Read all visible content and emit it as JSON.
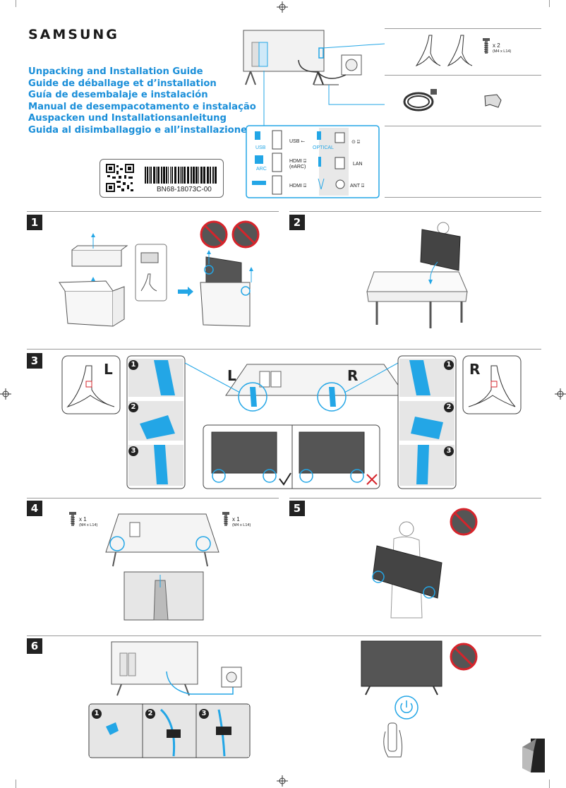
{
  "brand": "SAMSUNG",
  "titles": [
    "Unpacking and Installation Guide",
    "Guide de déballage et d’installation",
    "Guía de desembalaje e instalación",
    "Manual de desempacotamento e instalação",
    "Auspacken und Installationsanleitung",
    "Guida al disimballaggio e all’installazione"
  ],
  "doc_code": "BN68-18073C-00",
  "parts": {
    "screw_qty": "x 2",
    "screw_spec": "(M4 x L14)"
  },
  "ports": {
    "usb_tag": "USB",
    "usb_label": "USB ⭠",
    "optical_tag": "OPTICAL",
    "arc_tag": "ARC",
    "hdmi_arc_label": "HDMI ⍈",
    "hdmi_arc_sub": "(eARC)",
    "lan_label": "LAN",
    "hdmi_label": "HDMI ⍈",
    "ant_label": "ANT ⍈"
  },
  "steps": [
    "1",
    "2",
    "3",
    "4",
    "5",
    "6"
  ],
  "step3": {
    "left": "L",
    "right": "R",
    "sub": [
      "1",
      "2",
      "3"
    ]
  },
  "step4": {
    "qty_left": "x 1",
    "spec_left": "(M4 x L14)",
    "qty_right": "x 1",
    "spec_right": "(M4 x L14)"
  },
  "step6": {
    "sub": [
      "1",
      "2",
      "3"
    ]
  },
  "colors": {
    "accent": "#1b8fd9",
    "highlight": "#23a6e6",
    "prohibit": "#d6242b",
    "dark": "#222222"
  }
}
